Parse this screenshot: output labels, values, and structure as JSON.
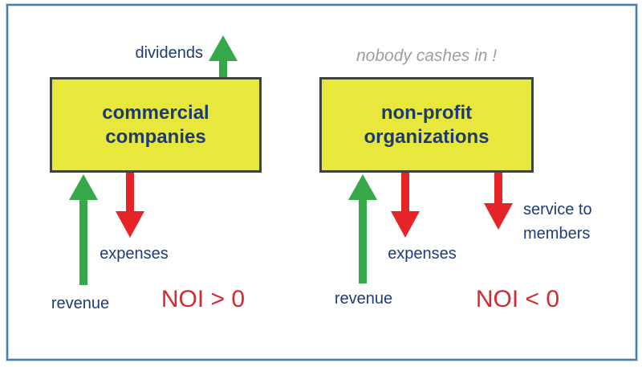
{
  "colors": {
    "frame_border": "#4d7ca6",
    "box_fill": "#e8e73c",
    "box_border": "#3e443b",
    "box_title_text": "#1e3a72",
    "label_text": "#1f3c78",
    "revenue_arrow_green": "#35a849",
    "expense_arrow_red": "#e62428",
    "noi_text_red": "#d42a2e",
    "note_text_gray": "#9e9e9e"
  },
  "left_panel": {
    "box_title": "commercial\ncompanies",
    "dividends_label": "dividends",
    "revenue_label": "revenue",
    "expenses_label": "expenses",
    "noi_label": "NOI > 0"
  },
  "right_panel": {
    "note": "nobody cashes in !",
    "box_title": "non-profit\norganizations",
    "revenue_label": "revenue",
    "expenses_label": "expenses",
    "service_label": "service to\nmembers",
    "noi_label": "NOI < 0"
  }
}
